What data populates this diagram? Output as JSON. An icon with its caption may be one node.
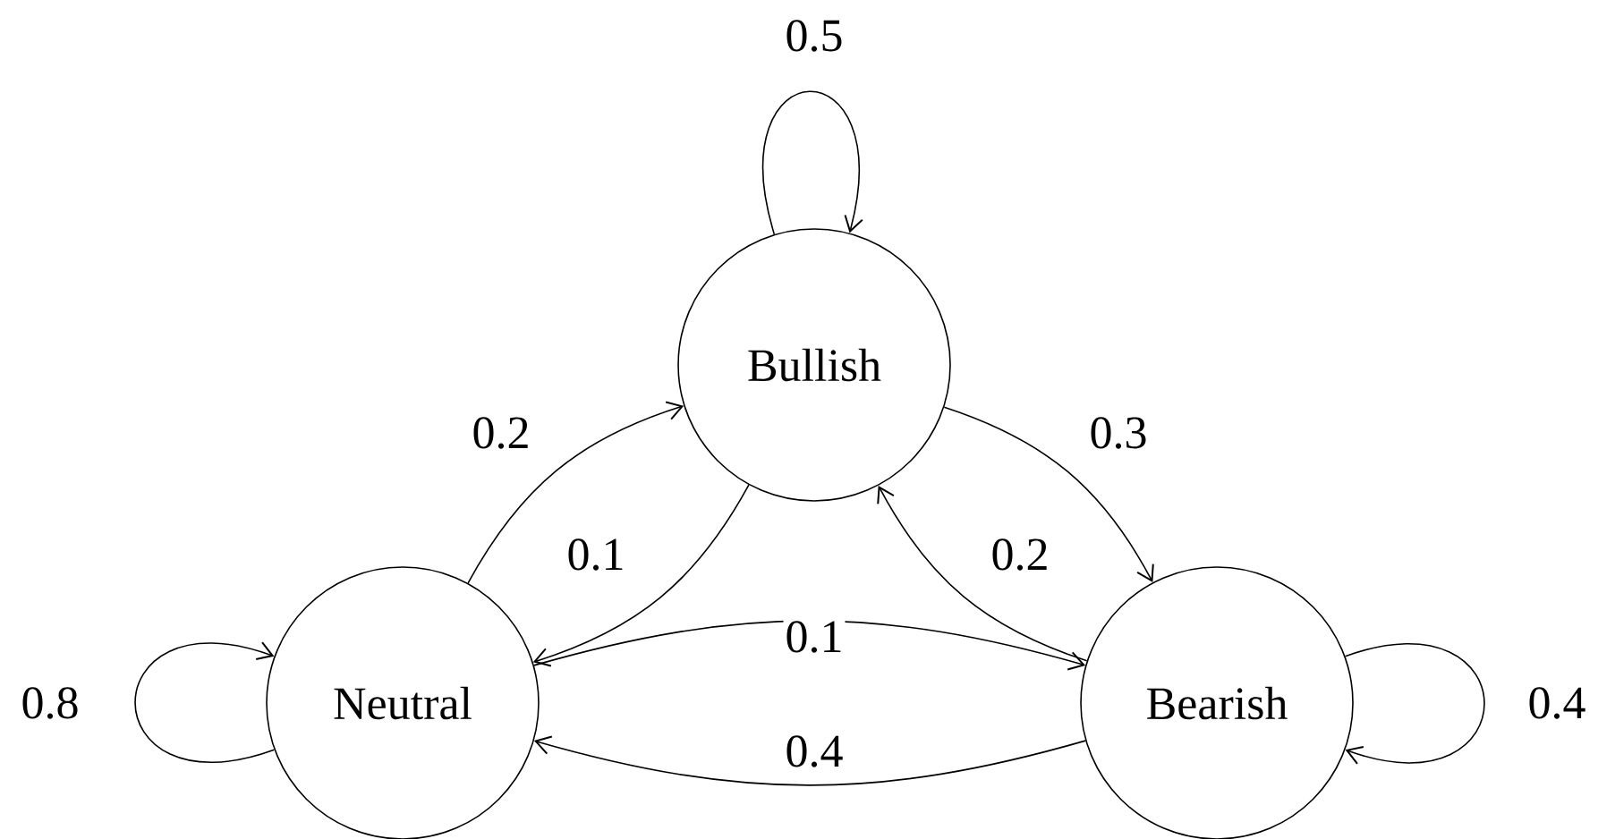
{
  "diagram": {
    "nodes": [
      {
        "text": [
          "Bullish"
        ]
      },
      {
        "text": [
          "Neutral"
        ]
      },
      {
        "text": [
          "Bearish"
        ]
      }
    ],
    "edges": [
      {
        "from": 0,
        "to": 0,
        "arrow": "to",
        "label": "0.5"
      },
      {
        "from": 1,
        "to": 0,
        "arrow": "to",
        "label": "0.2"
      },
      {
        "from": 0,
        "to": 1,
        "arrow": "to",
        "label": "0.1"
      },
      {
        "from": 0,
        "to": 2,
        "arrow": "to",
        "label": "0.3"
      },
      {
        "from": 2,
        "to": 0,
        "arrow": "to",
        "label": "0.2"
      },
      {
        "from": 1,
        "to": 2,
        "arrow": "to",
        "label": "0.1"
      },
      {
        "from": 2,
        "to": 1,
        "arrow": "to",
        "label": "0.4"
      },
      {
        "from": 1,
        "to": 1,
        "arrow": "to",
        "label": "0.8"
      },
      {
        "from": 2,
        "to": 2,
        "arrow": "to",
        "label": "0.4"
      }
    ]
  }
}
